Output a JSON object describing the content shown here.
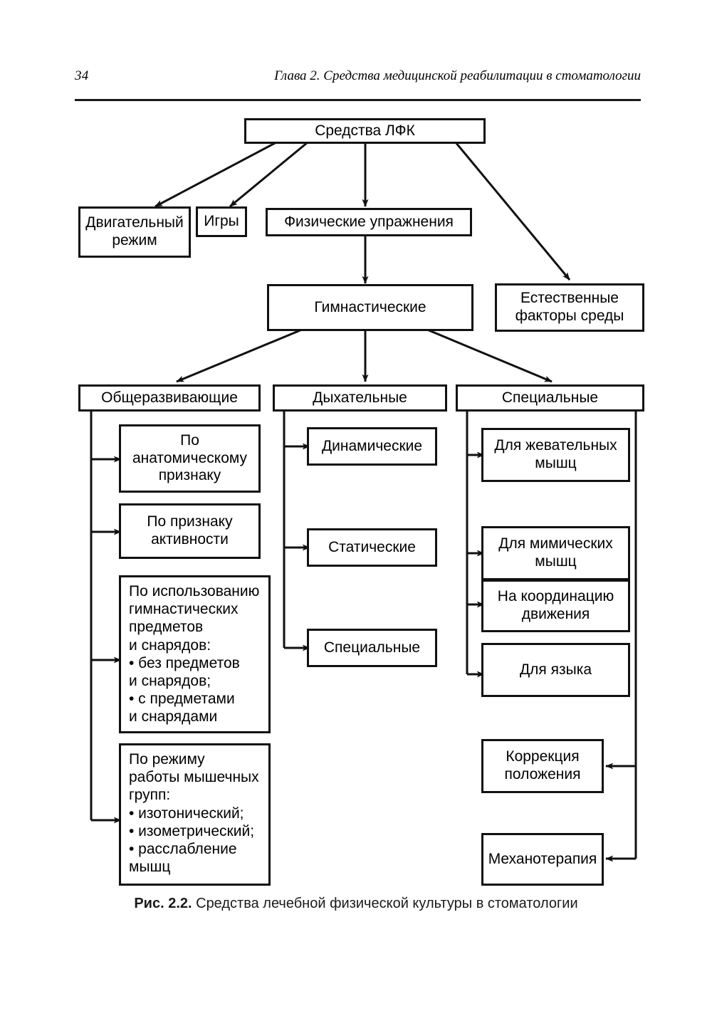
{
  "page": {
    "number": "34",
    "running_head": "Глава 2. Средства медицинской реабилитации в стоматологии"
  },
  "figure": {
    "caption_number": "Рис. 2.2.",
    "caption_text": " Средства лечебной физической культуры в стоматологии"
  },
  "colors": {
    "ink": "#111111",
    "background": "#ffffff"
  },
  "diagram": {
    "type": "hierarchy-flowchart",
    "root": {
      "id": "sredstva-lfk",
      "label": "Средства ЛФК"
    },
    "level2": [
      {
        "id": "dvigatelnyj-rezhim",
        "label": "Двигательный\nрежим"
      },
      {
        "id": "igry",
        "label": "Игры"
      },
      {
        "id": "fizicheskie-uprazhneniya",
        "label": "Физические упражнения"
      },
      {
        "id": "estestvennye-faktory",
        "label": "Естественные\nфакторы среды"
      }
    ],
    "level3": [
      {
        "id": "gimnasticheskie",
        "label": "Гимнастические"
      }
    ],
    "level4": [
      {
        "id": "obscherazvivayuschie",
        "label": "Общеразвивающие"
      },
      {
        "id": "dyhatelnye",
        "label": "Дыхательные"
      },
      {
        "id": "specialnye",
        "label": "Специальные"
      }
    ],
    "obscherazvivayuschie_children": [
      {
        "id": "po-anatomicheskomu-priznaku",
        "label": "По\nанатомическому\nпризнаку"
      },
      {
        "id": "po-priznaku-aktivnosti",
        "label": "По признаку\nактивности"
      },
      {
        "id": "po-ispolzovaniyu-predmetov",
        "label": "По использованию\nгимнастических\nпредметов\nи снарядов:\n• без предметов\n   и снарядов;\n• с предметами\n   и снарядами"
      },
      {
        "id": "po-rezhimu-raboty-myshc",
        "label": "По режиму\nработы мышечных\nгрупп:\n• изотонический;\n• изометрический;\n• расслабление\n   мышц"
      }
    ],
    "dyhatelnye_children": [
      {
        "id": "dinamicheskie",
        "label": "Динамические"
      },
      {
        "id": "staticheskie",
        "label": "Статические"
      },
      {
        "id": "specialnye-dyhatelnye",
        "label": "Специальные"
      }
    ],
    "specialnye_children": [
      {
        "id": "dlya-zhevatelnyh-myshc",
        "label": "Для жевательных\nмышц"
      },
      {
        "id": "dlya-mimicheskih-myshc",
        "label": "Для мимических\nмышц"
      },
      {
        "id": "na-koordinaciyu-dvizheniya",
        "label": "На координацию\nдвижения"
      },
      {
        "id": "dlya-yazyka",
        "label": "Для языка"
      },
      {
        "id": "korrekciya-polozheniya",
        "label": "Коррекция\nположения"
      },
      {
        "id": "mehanoterapiya",
        "label": "Механотерапия"
      }
    ]
  }
}
